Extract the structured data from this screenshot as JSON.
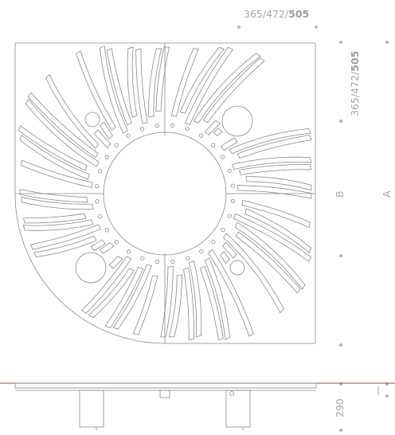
{
  "dimensions": {
    "top_width": "365/472/",
    "top_width_bold": "505",
    "side_height": "365/472/",
    "side_height_bold": "505",
    "label_b": "B",
    "label_a": "A",
    "base_height": "290"
  },
  "colors": {
    "line": "#8a8a8a",
    "dim_text": "#a9a9a9",
    "marker": "#b5b5b5",
    "red_line": "#c0392b"
  }
}
